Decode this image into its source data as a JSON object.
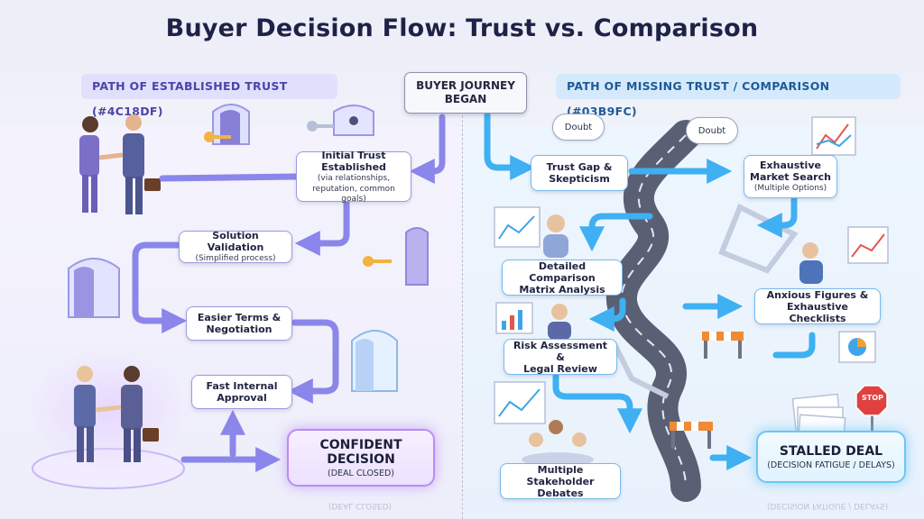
{
  "title": "Buyer Decision Flow: Trust vs. Comparison",
  "start": {
    "line1": "BUYER JOURNEY",
    "line2": "BEGAN"
  },
  "left_path": {
    "label": "PATH OF ESTABLISHED TRUST (#4C18DF)",
    "color": "#8b86ea",
    "steps": {
      "initial_trust": {
        "main1": "Initial Trust",
        "main2": "Established",
        "sub1": "(via relationships,",
        "sub2": "reputation, common goals)"
      },
      "solution_validation": {
        "main": "Solution Validation",
        "sub": "(Simplified process)"
      },
      "easier_terms": {
        "main1": "Easier Terms &",
        "main2": "Negotiation"
      },
      "fast_approval": {
        "main1": "Fast Internal",
        "main2": "Approval"
      }
    },
    "final": {
      "main1": "CONFIDENT",
      "main2": "DECISION",
      "sub": "(DEAL CLOSED)",
      "reflection": "(DEAL CLOSED)"
    }
  },
  "right_path": {
    "label": "PATH OF MISSING TRUST / COMPARISON (#03B9FC)",
    "color": "#3fb0f2",
    "doubts": [
      "Doubt",
      "Doubt"
    ],
    "steps": {
      "trust_gap": {
        "main1": "Trust Gap &",
        "main2": "Skepticism"
      },
      "market_search": {
        "main1": "Exhaustive",
        "main2": "Market Search",
        "sub": "(Multiple Options)"
      },
      "comparison_matrix": {
        "main1": "Detailed Comparison",
        "main2": "Matrix Analysis"
      },
      "anxious_figures": {
        "main1": "Anxious Figures &",
        "main2": "Exhaustive Checklists"
      },
      "risk_assessment": {
        "main1": "Risk Assessment &",
        "main2": "Legal Review"
      },
      "stakeholder_debates": {
        "main1": "Multiple Stakeholder",
        "main2": "Debates"
      }
    },
    "stop_sign": "STOP",
    "final": {
      "main1": "STALLED DEAL",
      "sub": "(DECISION FATIGUE / DELAYS)",
      "reflection": "(DECISION FATIGUE / DELAYS)"
    }
  }
}
